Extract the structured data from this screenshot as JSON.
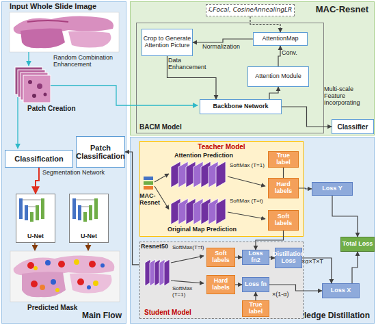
{
  "diagram": {
    "nodes": [
      {
        "text": [
          "Main Flow"
        ]
      },
      {
        "text": [
          "Classification"
        ],
        "in": 0
      },
      {
        "text": [
          "Patch Classification"
        ],
        "in": 0
      },
      {
        "text": [
          "U-Net"
        ],
        "in": 0
      },
      {
        "text": [
          "U-Net"
        ],
        "in": 0
      },
      {
        "text": [
          "MAC-Resnet"
        ]
      },
      {
        "text": [
          "ℒFocal, CosineAnnealingLR"
        ],
        "in": 5
      },
      {
        "text": [
          "BACM Model"
        ],
        "in": 5
      },
      {
        "text": [
          "Crop to Generate Attention Picture"
        ],
        "in": 7
      },
      {
        "text": [
          "AttentionMap"
        ],
        "in": 7
      },
      {
        "text": [
          "Attention Module"
        ],
        "in": 7
      },
      {
        "text": [
          "Backbone Network"
        ],
        "in": 7
      },
      {
        "text": [
          "Classifier"
        ],
        "in": 5
      },
      {
        "text": [
          "Knowledge Distillation"
        ]
      },
      {
        "text": [
          "Teacher Model"
        ],
        "in": 13
      },
      {
        "text": [
          "True label"
        ],
        "in": 14
      },
      {
        "text": [
          "Hard labels"
        ],
        "in": 14
      },
      {
        "text": [
          "Soft labels"
        ],
        "in": 14
      },
      {
        "text": [
          "Loss Y"
        ],
        "in": 13
      },
      {
        "text": [
          "Total Loss"
        ],
        "in": 13
      },
      {
        "text": [
          "Student Model"
        ],
        "in": 13
      },
      {
        "text": [
          "Soft labels"
        ],
        "in": 20
      },
      {
        "text": [
          "Loss fn2"
        ],
        "in": 20
      },
      {
        "text": [
          "Distillation Loss"
        ],
        "in": 20
      },
      {
        "text": [
          "Hard labels"
        ],
        "in": 20
      },
      {
        "text": [
          "Loss fn"
        ],
        "in": 20
      },
      {
        "text": [
          "True label"
        ],
        "in": 20
      },
      {
        "text": [
          "Loss X"
        ],
        "in": 13
      }
    ],
    "edges": [
      {
        "from": 1,
        "to": 3,
        "arrow": "to"
      },
      {
        "from": 20,
        "to": 2,
        "arrow": "to"
      },
      {
        "from": 15,
        "to": 16,
        "arrow": "none"
      },
      {
        "from": 16,
        "to": 18,
        "arrow": "to"
      },
      {
        "from": 17,
        "to": 22,
        "arrow": "to"
      },
      {
        "from": 18,
        "to": 19,
        "arrow": "to"
      },
      {
        "from": 21,
        "to": 22,
        "arrow": "to"
      },
      {
        "from": 22,
        "to": 23,
        "arrow": "to"
      },
      {
        "from": 24,
        "to": 25,
        "arrow": "to"
      },
      {
        "from": 26,
        "to": 25,
        "arrow": "to"
      },
      {
        "from": 23,
        "to": 27,
        "arrow": "to",
        "label": "×α×T×T"
      },
      {
        "from": 25,
        "to": 27,
        "arrow": "to",
        "label": "×(1-α)"
      },
      {
        "from": 27,
        "to": 19,
        "arrow": "to"
      },
      {
        "from": 9,
        "to": 8,
        "arrow": "to"
      },
      {
        "from": 10,
        "to": 9,
        "arrow": "to",
        "label": "Conv."
      },
      {
        "from": 8,
        "to": 11,
        "arrow": "to",
        "label": "Data Enhancement"
      },
      {
        "from": 11,
        "to": 10,
        "arrow": "to"
      },
      {
        "from": 11,
        "to": 12,
        "arrow": "to",
        "label": "Multi-scale Feature Incorporating"
      },
      {
        "from": 6,
        "to": 9,
        "arrow": "to"
      }
    ],
    "labels": [
      "Input Whole Slide Image",
      "Random Combination Enhancement",
      "Patch Creation",
      "Segmentation Network",
      "Predicted Mask",
      "Normalization",
      "Attention Prediction",
      "Original Map Prediction",
      "SoftMax (T=1)",
      "SoftMax (T=t)",
      "MAC-Resnet",
      "Resnet50",
      "SoftMax(T=t)",
      "SoftMax (T=1)"
    ]
  }
}
